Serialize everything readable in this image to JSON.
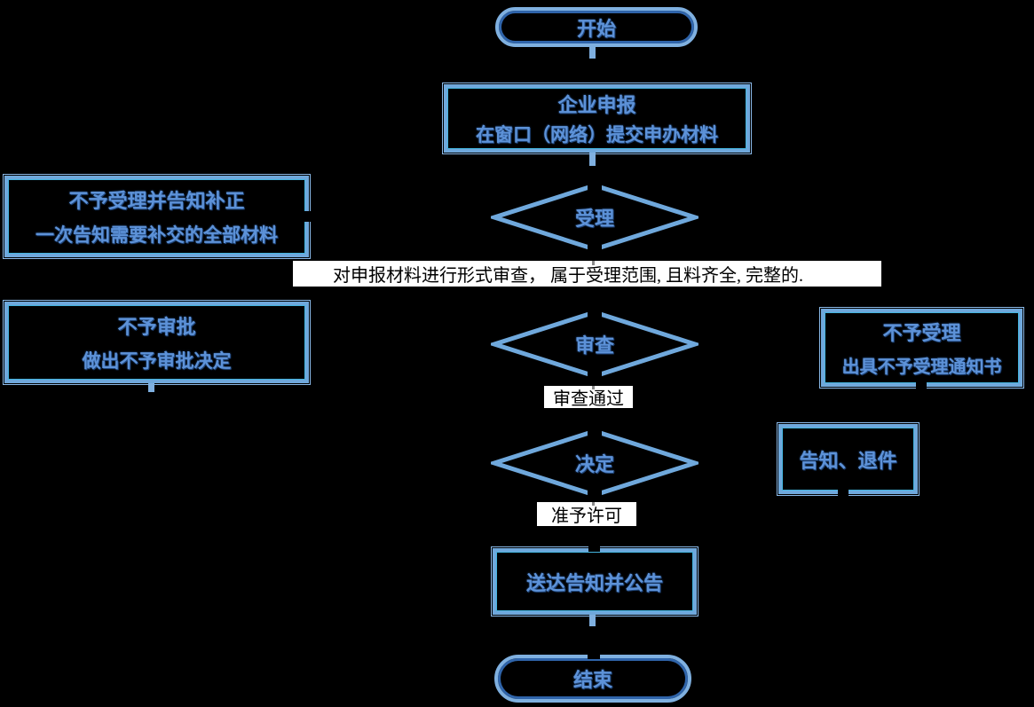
{
  "diagram": {
    "start_label": "开始",
    "declare_box": {
      "line1": "企业申报",
      "line2": "在窗口（网络）提交申办材料"
    },
    "reject_correct_box": {
      "line1": "不予受理并告知补正",
      "line2": "一次告知需要补交的全部材料"
    },
    "accept_diamond_label": "受理",
    "accept_note": "对申报材料进行形式审查， 属于受理范围, 且料齐全, 完整的.",
    "no_approve_box": {
      "line1": "不予审批",
      "line2": "做出不予审批决定"
    },
    "review_diamond_label": "审查",
    "no_accept_box": {
      "line1": "不予受理",
      "line2": "出具不予受理通知书"
    },
    "review_pass_label": "审查通过",
    "decide_diamond_label": "决定",
    "notify_return_box": {
      "line1": "告知、退件"
    },
    "permit_label": "准予许可",
    "deliver_box": {
      "line1": "送达告知并公告"
    },
    "end_label": "结束"
  },
  "colors": {
    "background": "#000000",
    "shape_border": "#6fa8dc",
    "shape_border_light": "#8ab9e8",
    "shape_border_inner": "#2f64aa",
    "text_blue": "#5d92d8",
    "note_background": "#ffffff",
    "note_text": "#000000"
  }
}
